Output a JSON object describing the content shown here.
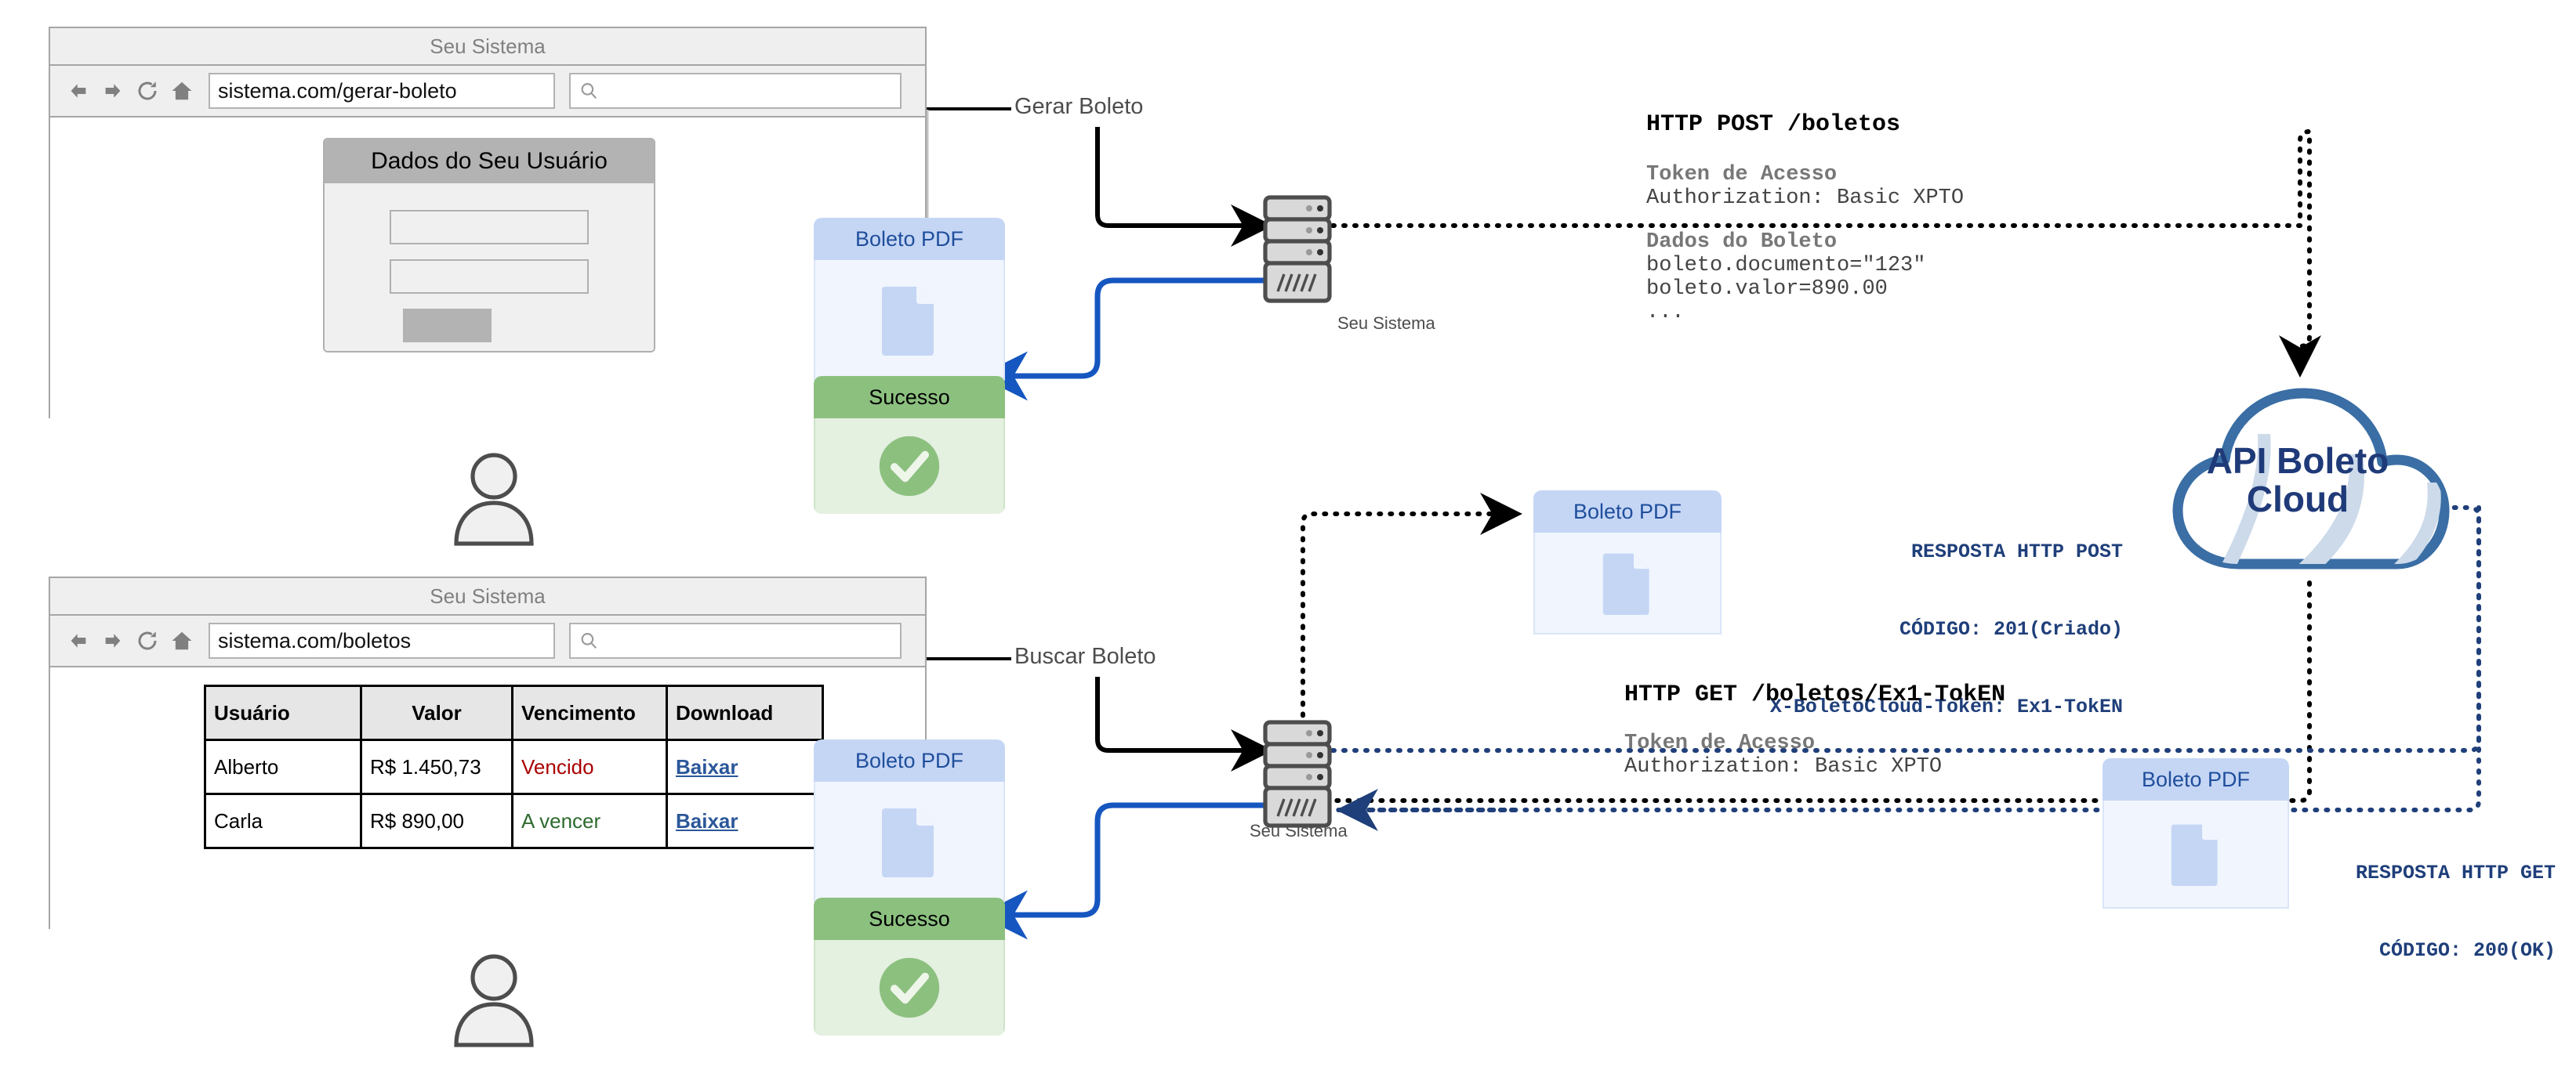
{
  "meta": {
    "colors": {
      "blue_accent": "#1556c0",
      "cloud_blue": "#3a6ea5",
      "cloud_text": "#1f3a78",
      "pdf_header": "#c5d6f5",
      "success_green": "#8cc07f",
      "link_blue": "#2b579a",
      "overdue_red": "#aa0000",
      "pending_green": "#2d6a2d"
    }
  },
  "browser_top": {
    "title": "Seu Sistema",
    "nav_icons": [
      "back-arrow-icon",
      "forward-arrow-icon",
      "reload-icon",
      "home-icon"
    ],
    "url": "sistema.com/gerar-boleto",
    "search_placeholder": "",
    "search_icon": "search-icon",
    "form": {
      "title": "Dados do Seu Usuário",
      "field_1": "",
      "field_2": "",
      "submit_label": ""
    }
  },
  "browser_bottom": {
    "title": "Seu Sistema",
    "nav_icons": [
      "back-arrow-icon",
      "forward-arrow-icon",
      "reload-icon",
      "home-icon"
    ],
    "url": "sistema.com/boletos",
    "search_placeholder": "",
    "search_icon": "search-icon",
    "table": {
      "headers": [
        "Usuário",
        "Valor",
        "Vencimento",
        "Download"
      ],
      "rows": [
        {
          "usuario": "Alberto",
          "valor": "R$ 1.450,73",
          "vencimento": "Vencido",
          "download": "Baixar"
        },
        {
          "usuario": "Carla",
          "valor": "R$ 890,00",
          "vencimento": "A vencer",
          "download": "Baixar"
        }
      ]
    }
  },
  "connectors": {
    "gerar_boleto": "Gerar Boleto",
    "buscar_boleto": "Buscar Boleto"
  },
  "servers": {
    "top_label": "Seu Sistema",
    "bottom_label": "Seu Sistema"
  },
  "cards": {
    "pdf_title": "Boleto PDF",
    "success_title": "Sucesso",
    "pdf_icon": "pdf-document-icon",
    "success_icon": "check-circle-icon"
  },
  "cloud": {
    "line1": "API Boleto",
    "line2": "Cloud"
  },
  "request_post": {
    "title": "HTTP POST /boletos",
    "blocks": [
      {
        "label": "Token de Acesso",
        "lines": [
          "Authorization: Basic XPTO"
        ]
      },
      {
        "label": "Dados do Boleto",
        "lines": [
          "boleto.documento=\"123\"",
          "boleto.valor=890.00",
          "..."
        ]
      }
    ]
  },
  "response_post": {
    "lines": [
      "RESPOSTA HTTP POST",
      "CÓDIGO: 201(Criado)",
      "X-BoletoCloud-Token: Ex1-TokEN"
    ]
  },
  "request_get": {
    "title": "HTTP GET /boletos/Ex1-TokEN",
    "blocks": [
      {
        "label": "Token de Acesso",
        "lines": [
          "Authorization: Basic XPTO"
        ]
      }
    ]
  },
  "response_get": {
    "lines": [
      "RESPOSTA HTTP GET",
      "CÓDIGO: 200(OK)"
    ]
  },
  "actors": {
    "user_icon": "user-avatar-icon"
  }
}
